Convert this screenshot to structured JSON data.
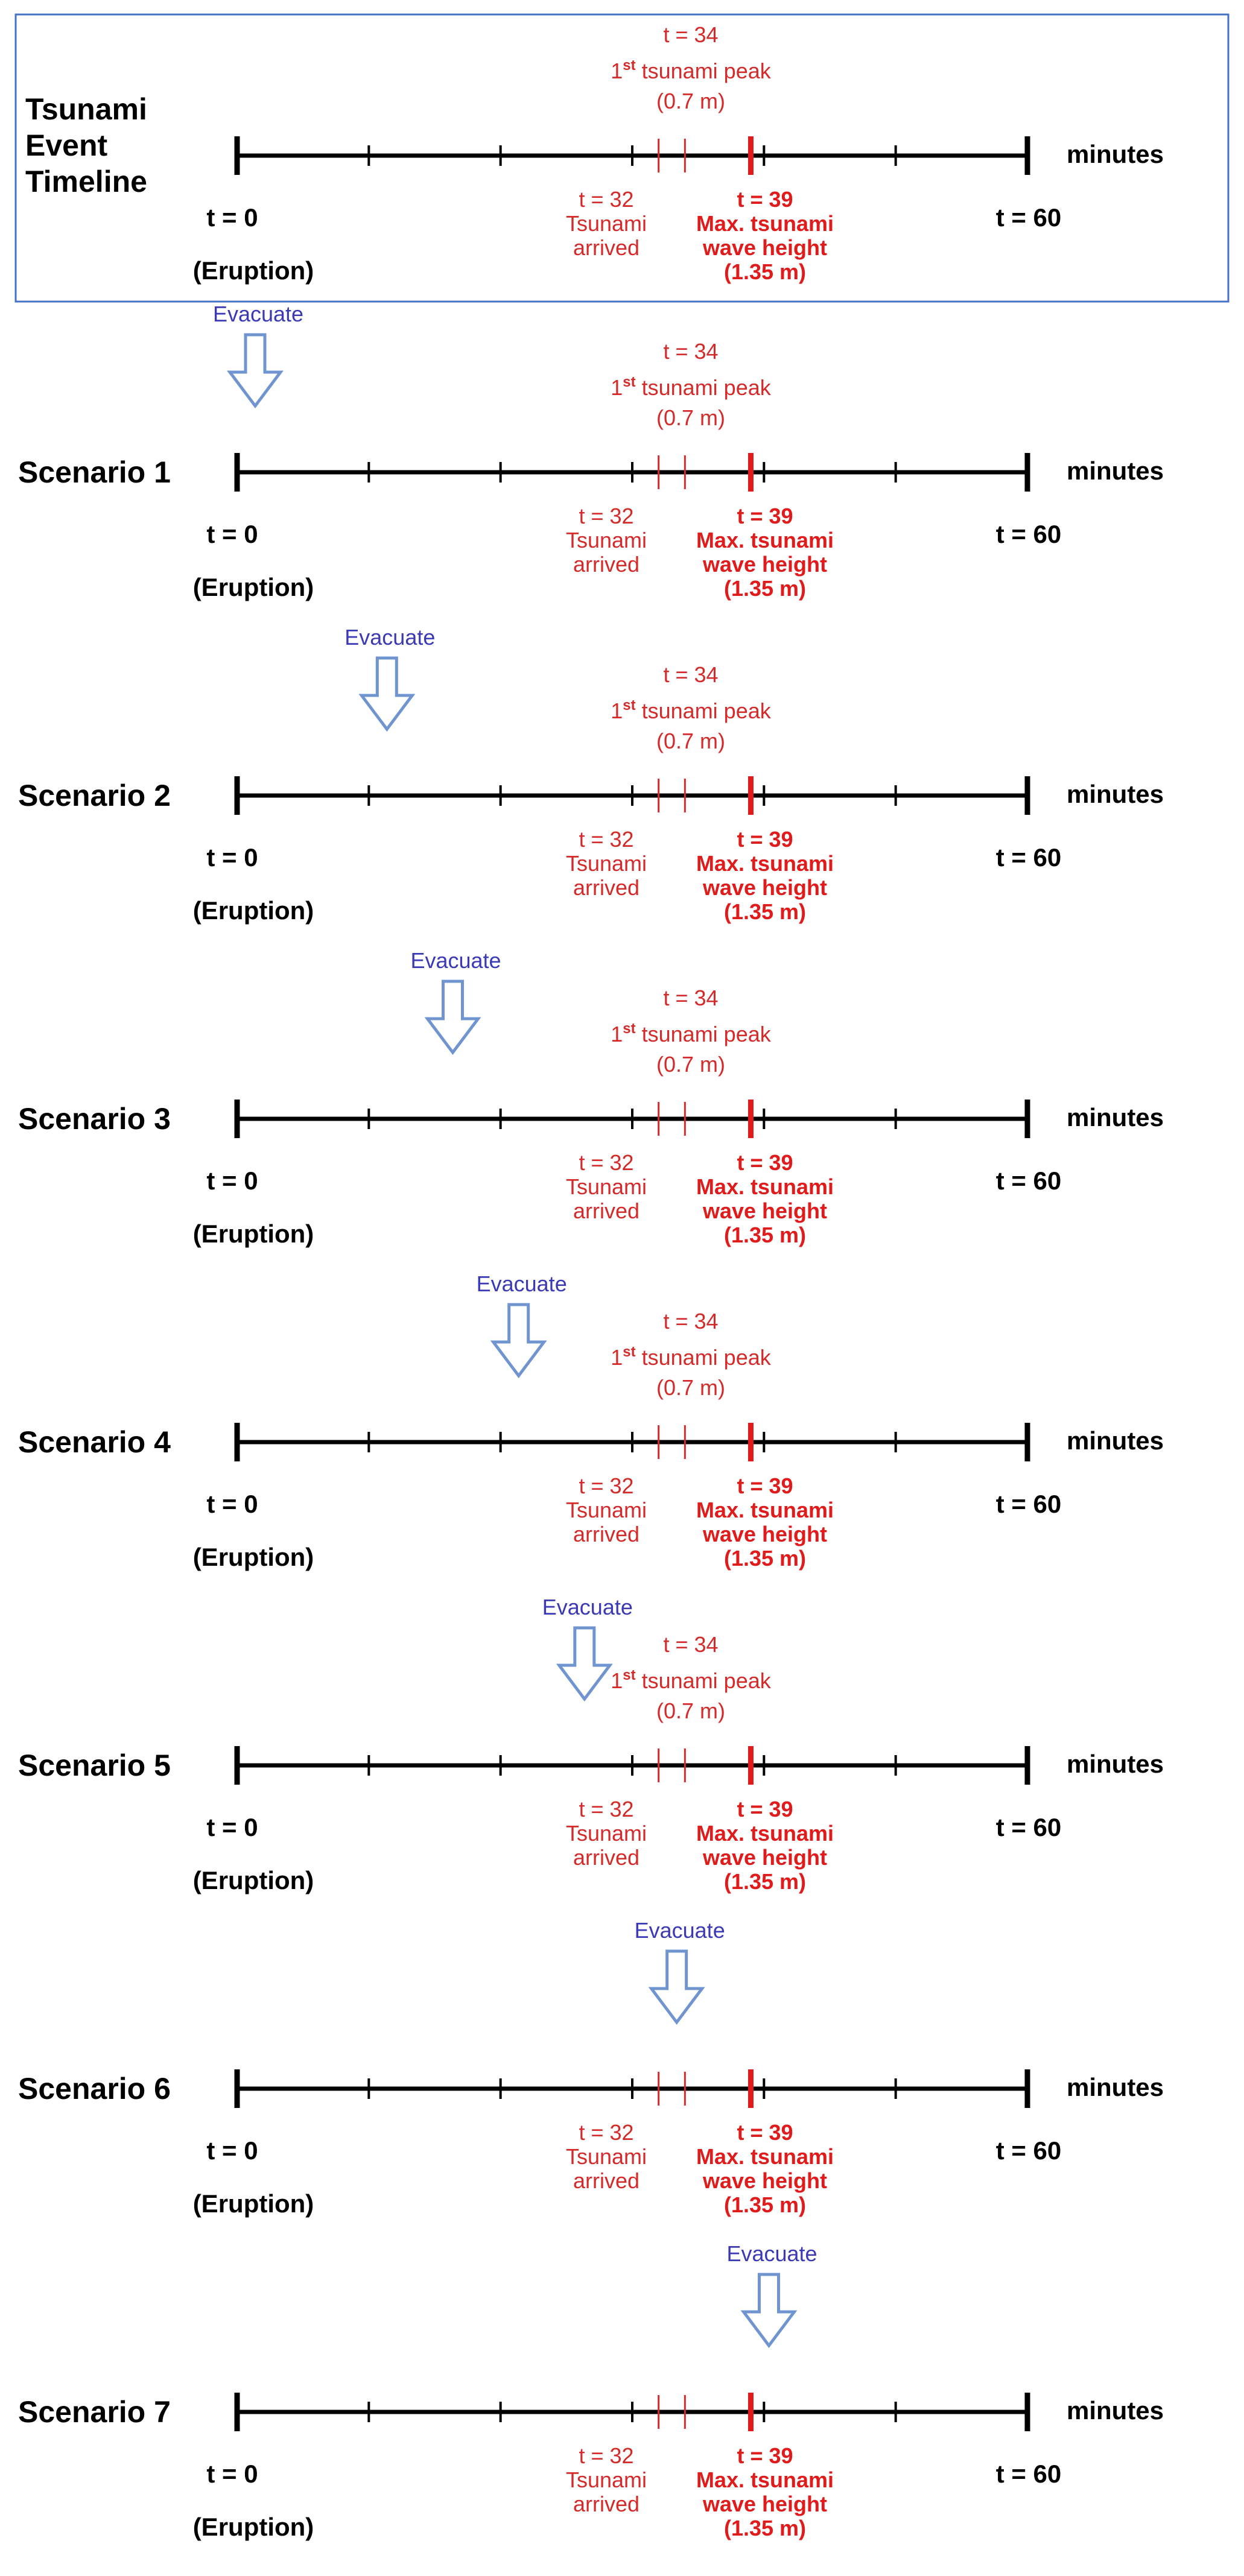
{
  "header": {
    "title_lines": [
      "Tsunami",
      "Event",
      "Timeline"
    ]
  },
  "common": {
    "unit_label": "minutes",
    "start_label": "t = 0",
    "start_sublabel": "(Eruption)",
    "end_label": "t = 60",
    "arrival_time_label": "t = 32",
    "arrival_label_lines": [
      "Tsunami",
      "arrived"
    ],
    "first_peak_time_label": "t = 34",
    "first_peak_sup": "st",
    "first_peak_word": "tsunami peak",
    "first_peak_value": "(0.7 m)",
    "max_time_label": "t = 39",
    "max_label_lines": [
      "Max. tsunami",
      "wave height",
      "(1.35 m)"
    ],
    "evacuate_label": "Evacuate"
  },
  "timeline": {
    "start_min": 0,
    "end_min": 60,
    "tick_minutes": [
      0,
      10,
      20,
      30,
      40,
      50,
      60
    ],
    "arrival_min": 32,
    "first_peak_min": 34,
    "first_peak_number": 1,
    "max_height_min": 39
  },
  "scenarios": [
    {
      "label": "Scenario 1",
      "evacuate_min": 0
    },
    {
      "label": "Scenario 2",
      "evacuate_min": 10
    },
    {
      "label": "Scenario 3",
      "evacuate_min": 15
    },
    {
      "label": "Scenario 4",
      "evacuate_min": 20
    },
    {
      "label": "Scenario 5",
      "evacuate_min": 25
    },
    {
      "label": "Scenario 6",
      "evacuate_min": 32
    },
    {
      "label": "Scenario 7",
      "evacuate_min": 39
    }
  ],
  "colors": {
    "axis": "#000000",
    "event_red": "#d42a2a",
    "event_red_bold": "#e01b1b",
    "evacuate_text": "#3b39b5",
    "arrow_stroke": "#6f94cf",
    "frame": "#4472c4"
  }
}
